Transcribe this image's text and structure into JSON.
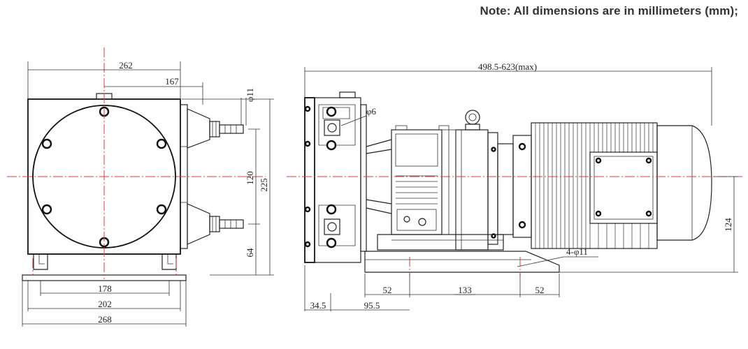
{
  "header": {
    "note": "Note: All dimensions are in millimeters (mm);"
  },
  "dimensions": {
    "d262": "262",
    "d167": "167",
    "d11": "φ11",
    "d120": "120",
    "d225": "225",
    "d64": "64",
    "d178": "178",
    "d202": "202",
    "d268": "268",
    "d498": "498.5-623(max)",
    "d6": "φ6",
    "d124": "124",
    "holes": "4-φ11",
    "d52a": "52",
    "d133": "133",
    "d52b": "52",
    "d345": "34.5",
    "d955": "95.5"
  },
  "colors": {
    "centerline": "#e23a3a",
    "line": "#222222"
  }
}
